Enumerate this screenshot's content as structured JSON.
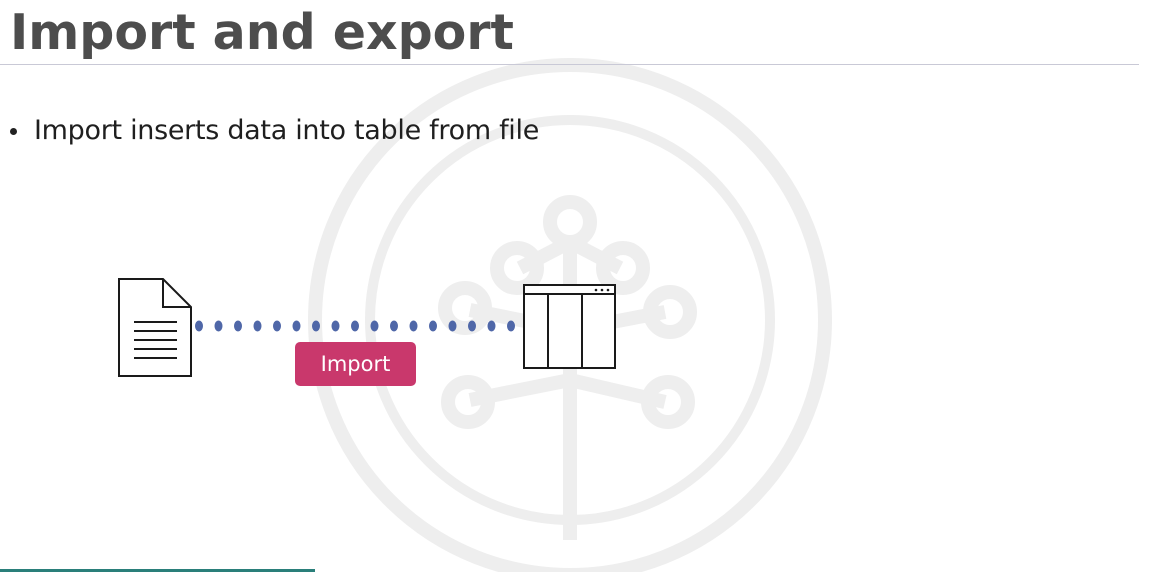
{
  "slide": {
    "title": "Import and export",
    "bullets": [
      {
        "text": "Import inserts data into table from file"
      }
    ]
  },
  "diagram": {
    "source_icon": "document-icon",
    "target_icon": "table-window-icon",
    "connector": "dotted-line",
    "connector_color": "#4f67a8",
    "badge": {
      "label": "Import",
      "color": "#c9386c"
    }
  },
  "colors": {
    "title": "#4d4d4d",
    "text": "#1f1f1f",
    "watermark": "#eeeeee",
    "rule": "#c9c9d6"
  }
}
